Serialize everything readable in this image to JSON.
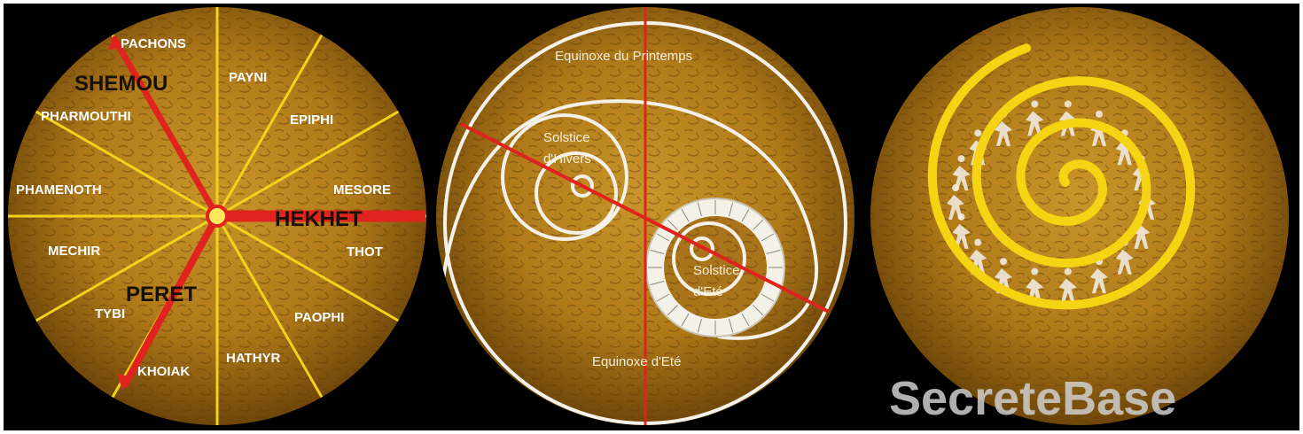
{
  "panel_left": {
    "months": [
      "PACHONS",
      "PAYNI",
      "EPIPHI",
      "MESORE",
      "THOT",
      "PAOPHI",
      "HATHYR",
      "KHOIAK",
      "TYBI",
      "MECHIR",
      "PHAMENOTH",
      "PHARMOUTHI"
    ],
    "seasons": [
      "SHEMOU",
      "HEKHET",
      "PERET"
    ]
  },
  "panel_middle": {
    "equinox_top": "Equinoxe du Printemps",
    "equinox_bottom": "Equinoxe d'Eté",
    "winter_solstice": [
      "Solstice",
      "d'Hivers"
    ],
    "summer_solstice": [
      "Solstice",
      "d'Eté"
    ]
  },
  "panel_right": {
    "watermark": "SecreteBase"
  },
  "colors": {
    "background": "#000000",
    "disc": "#b8821c",
    "spokes": "#f2d21a",
    "red": "#e0231e",
    "white": "#f4f1e8"
  }
}
